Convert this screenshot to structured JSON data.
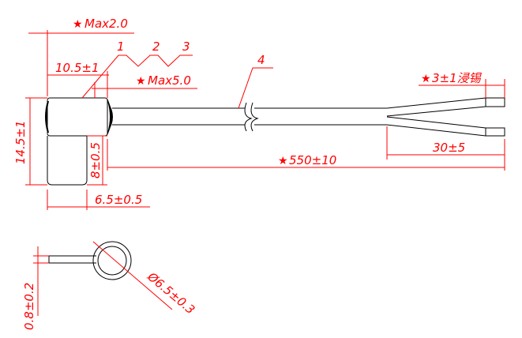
{
  "colors": {
    "dimension": "#ff0000",
    "outline": "#000000",
    "background": "#ffffff"
  },
  "labels": {
    "max_2_0": "Max2.0",
    "max_5_0": "Max5.0",
    "part_1": "1",
    "part_2": "2",
    "part_3": "3",
    "part_4": "4",
    "dim_10_5": "10.5±1",
    "dim_14_5": "14.5±1",
    "dim_8": "8±0.5",
    "dim_6_5": "6.5±0.5",
    "dim_550": "550±10",
    "dim_30": "30±5",
    "dim_3_tin": "3±1浸锡",
    "dim_0_8": "0.8±0.2",
    "dim_dia": "Ø6.5±0.3"
  },
  "icons": {
    "critical_marker": "star-icon"
  }
}
